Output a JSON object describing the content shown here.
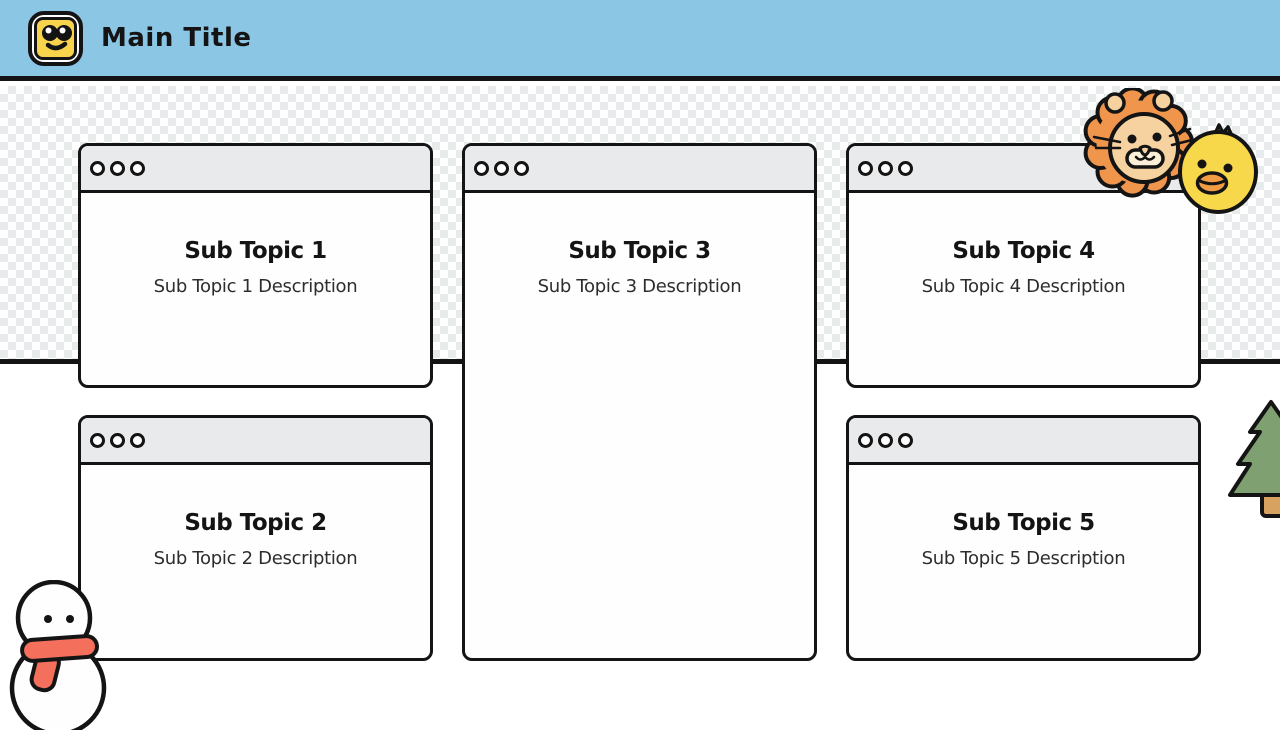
{
  "header": {
    "title": "Main Title",
    "logo_icon": "smiley-face-icon"
  },
  "cards": [
    {
      "title": "Sub Topic 1",
      "description": "Sub Topic 1 Description"
    },
    {
      "title": "Sub Topic 2",
      "description": "Sub Topic 2 Description"
    },
    {
      "title": "Sub Topic 3",
      "description": "Sub Topic 3 Description"
    },
    {
      "title": "Sub Topic 4",
      "description": "Sub Topic 4 Description"
    },
    {
      "title": "Sub Topic 5",
      "description": "Sub Topic 5 Description"
    }
  ],
  "stickers": [
    {
      "icon": "lion-face-sticker"
    },
    {
      "icon": "duck-face-sticker"
    },
    {
      "icon": "pine-tree-sticker"
    },
    {
      "icon": "snowman-sticker"
    }
  ],
  "colors": {
    "header_bg": "#8CC6E5",
    "outline": "#141414",
    "titlebar_bg": "#E8EAEB",
    "card_bg": "#FDFEFD",
    "checker_gray": "#E8EBEB",
    "logo_yellow": "#F7D44C",
    "lion_mane": "#F0964C",
    "lion_face_tan": "#F5D2A0",
    "duck_yellow": "#F8D84B",
    "beak_orange": "#EF9C44",
    "tree_green": "#7FA071",
    "trunk_brown": "#D7A160",
    "scarf_red": "#F4705C"
  }
}
